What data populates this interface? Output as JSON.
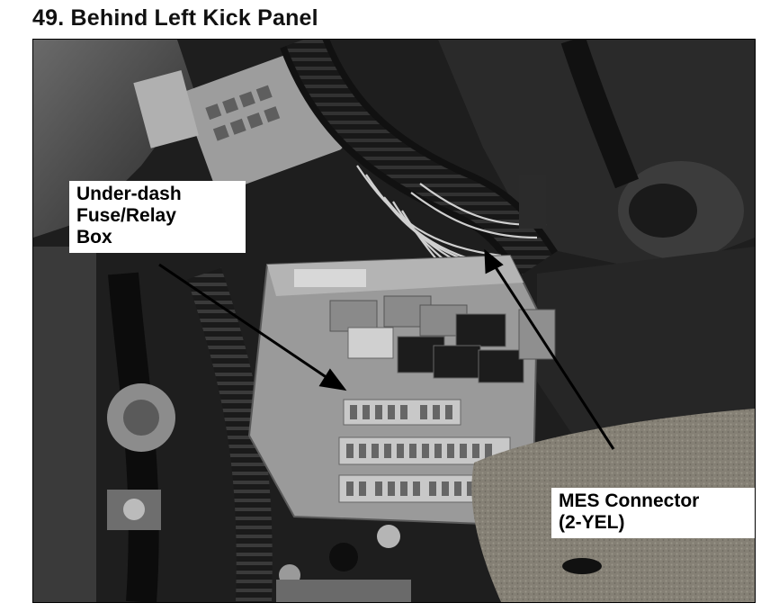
{
  "figure": {
    "title": "49. Behind Left Kick Panel"
  },
  "callouts": {
    "fuse_box": {
      "line1": "Under-dash",
      "line2": "Fuse/Relay",
      "line3": "Box"
    },
    "mes_connector": {
      "line1": "MES Connector",
      "line2": "(2-YEL)"
    }
  },
  "colors": {
    "photo_background": "#1c1c1c",
    "fuse_box_body": "#9a9a9a",
    "carpet": "#8a8478",
    "label_background": "#ffffff",
    "arrow": "#000000"
  }
}
